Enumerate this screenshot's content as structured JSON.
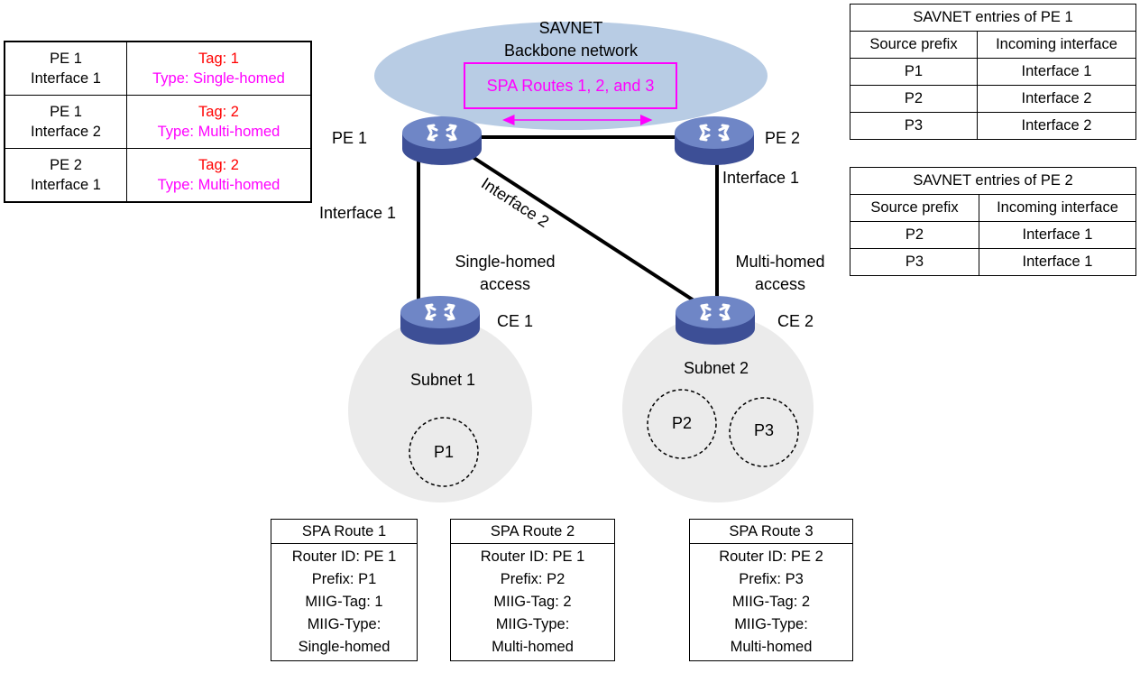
{
  "backbone": {
    "title": "SAVNET",
    "subtitle": "Backbone network",
    "routes_label": "SPA Routes 1, 2, and 3"
  },
  "routers": {
    "pe1": "PE 1",
    "pe2": "PE 2",
    "ce1": "CE 1",
    "ce2": "CE 2"
  },
  "interfaces": {
    "pe1_if1": "Interface 1",
    "pe1_if2": "Interface 2",
    "pe2_if1": "Interface 1"
  },
  "access": {
    "single_line1": "Single-homed",
    "single_line2": "access",
    "multi_line1": "Multi-homed",
    "multi_line2": "access"
  },
  "subnets": {
    "subnet1": "Subnet 1",
    "subnet2": "Subnet 2"
  },
  "prefixes": {
    "p1": "P1",
    "p2": "P2",
    "p3": "P3"
  },
  "tag_table": [
    {
      "device": "PE 1",
      "iface": "Interface 1",
      "tag": "Tag: 1",
      "type": "Type: Single-homed"
    },
    {
      "device": "PE 1",
      "iface": "Interface 2",
      "tag": "Tag: 2",
      "type": "Type: Multi-homed"
    },
    {
      "device": "PE 2",
      "iface": "Interface 1",
      "tag": "Tag: 2",
      "type": "Type: Multi-homed"
    }
  ],
  "savnet_pe1": {
    "title": "SAVNET entries of PE 1",
    "headers": [
      "Source prefix",
      "Incoming interface"
    ],
    "rows": [
      [
        "P1",
        "Interface 1"
      ],
      [
        "P2",
        "Interface 2"
      ],
      [
        "P3",
        "Interface 2"
      ]
    ]
  },
  "savnet_pe2": {
    "title": "SAVNET entries of PE 2",
    "headers": [
      "Source prefix",
      "Incoming interface"
    ],
    "rows": [
      [
        "P2",
        "Interface 1"
      ],
      [
        "P3",
        "Interface 1"
      ]
    ]
  },
  "spa_routes": [
    {
      "title": "SPA Route 1",
      "router_id": "Router ID: PE 1",
      "prefix": "Prefix: P1",
      "tag": "MIIG-Tag: 1",
      "type_label": "MIIG-Type:",
      "type_value": "Single-homed"
    },
    {
      "title": "SPA Route 2",
      "router_id": "Router ID: PE 1",
      "prefix": "Prefix: P2",
      "tag": "MIIG-Tag: 2",
      "type_label": "MIIG-Type:",
      "type_value": "Multi-homed"
    },
    {
      "title": "SPA Route 3",
      "router_id": "Router ID: PE 2",
      "prefix": "Prefix: P3",
      "tag": "MIIG-Tag: 2",
      "type_label": "MIIG-Type:",
      "type_value": "Multi-homed"
    }
  ],
  "colors": {
    "backbone_fill": "#b8cce4",
    "subnet_fill": "#ebebeb",
    "router_top": "#6f86c6",
    "router_side": "#3d4f96",
    "accent_magenta": "#ff00ff",
    "accent_red": "#ff0000"
  }
}
